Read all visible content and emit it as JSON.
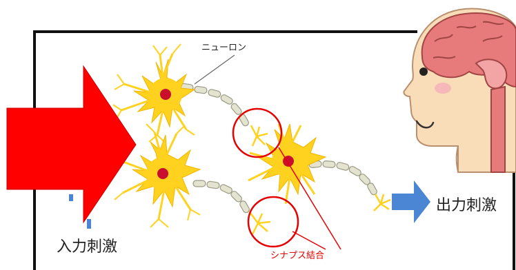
{
  "labels": {
    "neuron": "ニューロン",
    "synapse": "シナプス結合",
    "input": "入力刺激",
    "output": "出力刺激"
  },
  "colors": {
    "frame": "#111111",
    "neuron_body": "#ffd21f",
    "nucleus": "#c8102e",
    "axon": "#dcdcc4",
    "input_arrow": "#ff0000",
    "output_arrow": "#4a86d4",
    "synapse_marker": "#e60000",
    "brain": "#e77b7b",
    "skin": "#f9dcb8"
  },
  "icons": {
    "input": "large-red-arrow-icon",
    "output": "blue-arrow-icon",
    "head": "head-with-brain-icon"
  }
}
